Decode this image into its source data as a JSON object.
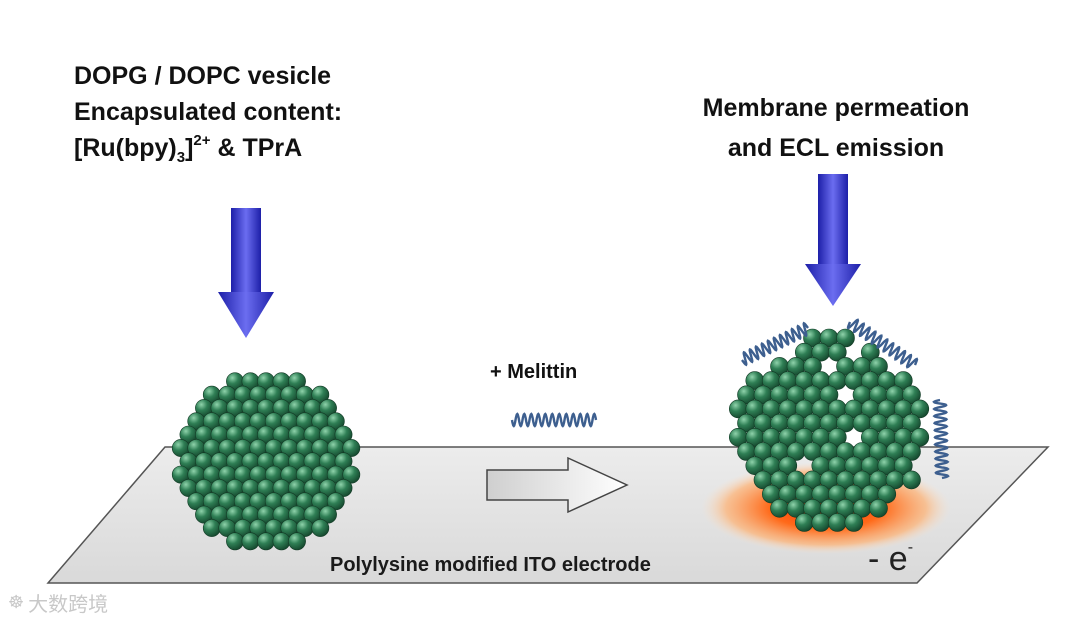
{
  "left_caption": {
    "line1": "DOPG / DOPC vesicle",
    "line2": "Encapsulated content:",
    "line3_open": "[Ru(bpy)",
    "line3_sub": "3",
    "line3_close": "]",
    "line3_sup": "2+",
    "line3_tail": " & TPrA"
  },
  "right_caption": {
    "line1": "Membrane permeation",
    "line2": "and ECL emission"
  },
  "melittin_label": "+ Melittin",
  "electrode_label": "Polylysine modified ITO electrode",
  "electron": {
    "symbol": "- e",
    "charge": "-"
  },
  "watermark": "大数跨境",
  "colors": {
    "sphere": "#2f7f55",
    "arrow": "#3d3fd6",
    "plate": "#e2e2e2",
    "glow": "#ff6a1a",
    "peptide": "#3d5f8f"
  }
}
